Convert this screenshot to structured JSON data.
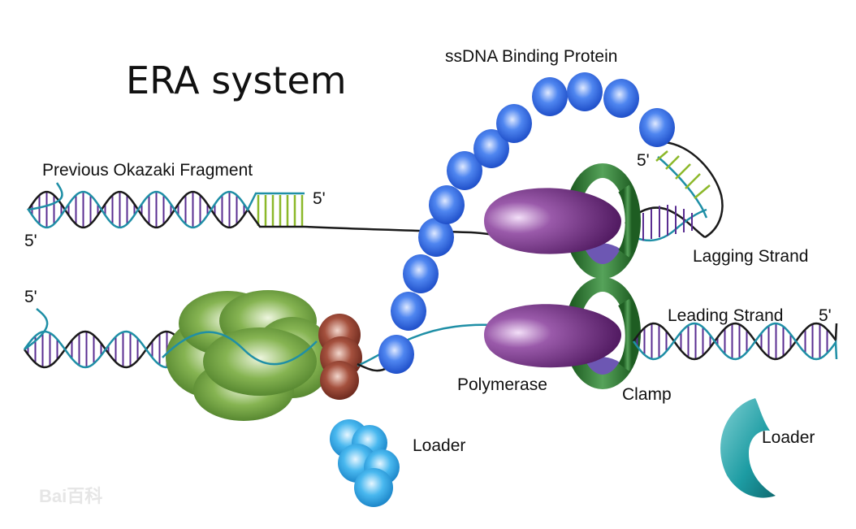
{
  "title": "ERA system",
  "labels": {
    "ssdna_binding_protein": "ssDNA Binding Protein",
    "previous_okazaki_fragment": "Previous Okazaki Fragment",
    "five_prime_top_right": "5'",
    "five_prime_top_left": "5'",
    "five_prime_lagging_primer": "5'",
    "five_prime_leading_left": "5'",
    "five_prime_leading_right": "5'",
    "lagging_strand": "Lagging Strand",
    "leading_strand": "Leading Strand",
    "polymerase": "Polymerase",
    "clamp": "Clamp",
    "loader_blue": "Loader",
    "loader_teal": "Loader"
  },
  "watermark": "Bai百科",
  "colors": {
    "dna_black": "#1a1a1a",
    "dna_teal": "#1f8fa6",
    "base_pair_purple": "#5a2d91",
    "primer_green": "#8cb82a",
    "helicase_green": "#6a9a3a",
    "primase_brown": "#8c3b2c",
    "ssb_blue": "#2f6fe0",
    "polymerase_purple": "#6e2a7e",
    "clamp_green": "#2e7d32",
    "loader_blue": "#3aaee8",
    "loader_teal": "#1d9ca3"
  }
}
